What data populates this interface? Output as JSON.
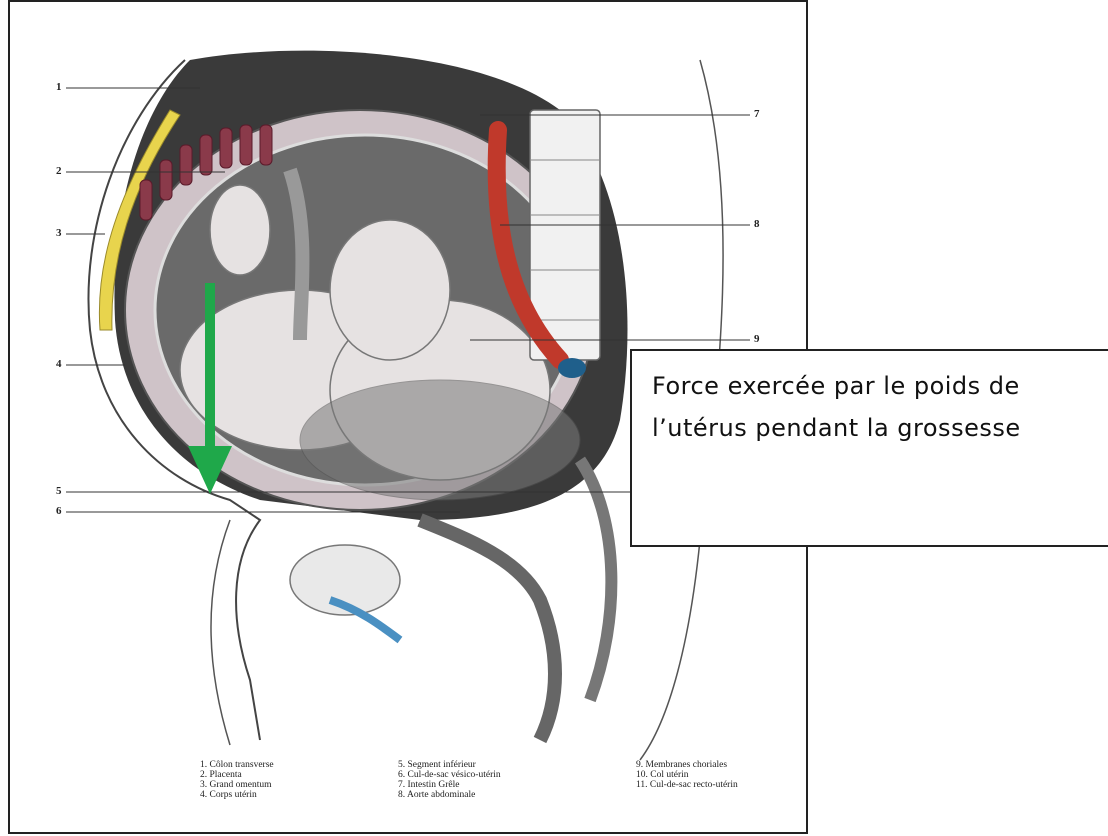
{
  "callout": {
    "text": "Force exercée par le poids de l’utérus pendant la grossesse"
  },
  "leader_numbers": [
    "1",
    "2",
    "3",
    "4",
    "5",
    "6",
    "7",
    "8",
    "9"
  ],
  "legend": {
    "col1": [
      "1. Côlon transverse",
      "2. Placenta",
      "3. Grand omentum",
      "4. Corps utérin"
    ],
    "col2": [
      "5. Segment inférieur",
      "6. Cul-de-sac vésico-utérin",
      "7. Intestin Grêle",
      "8. Aorte abdominale"
    ],
    "col3": [
      "9. Membranes choriales",
      "10. Col utérin",
      "11. Cul-de-sac recto-utérin"
    ]
  },
  "arrow": {
    "color": "#1fa84a",
    "direction": "down"
  },
  "colors": {
    "aorta": "#c0392b",
    "omentum": "#e8d44d",
    "vein": "#1f5f8b",
    "bladder": "#4a90c2"
  }
}
